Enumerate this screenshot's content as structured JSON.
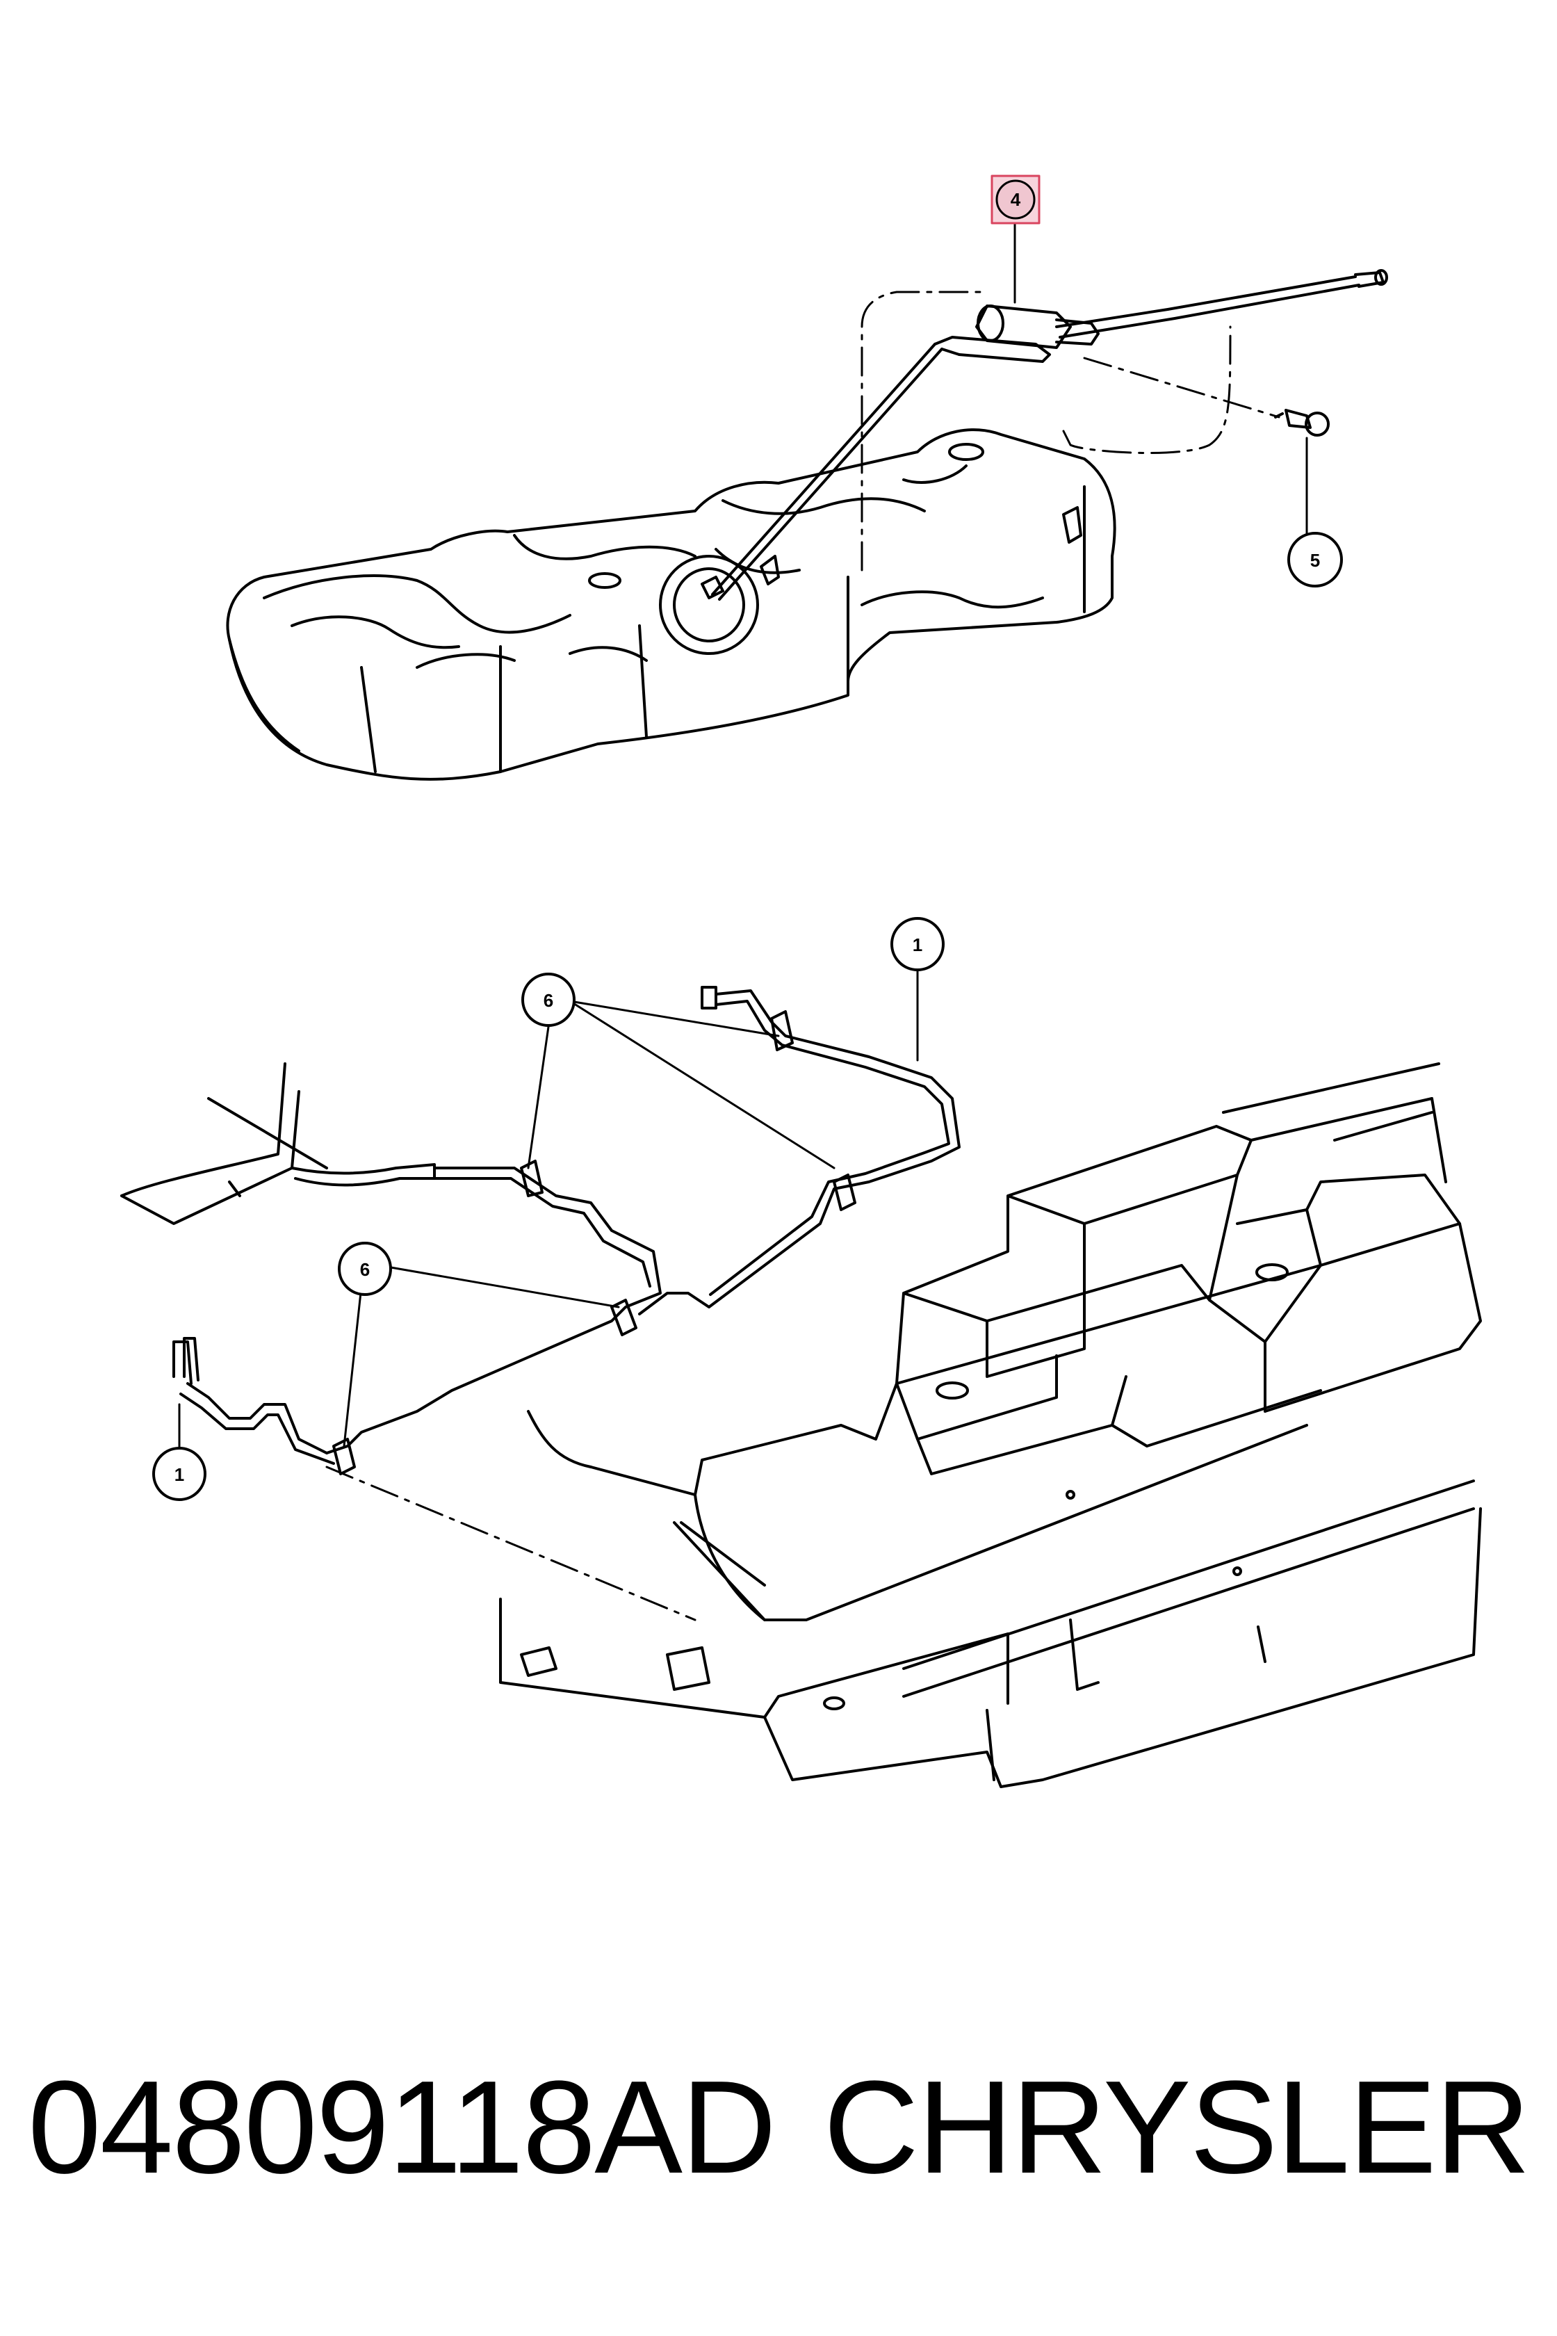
{
  "callouts": {
    "tank_line": "4",
    "tank_bolt": "5",
    "frame_line_right": "1",
    "frame_line_left": "1",
    "clips_upper": "6",
    "clips_lower": "6"
  },
  "footer": {
    "part_number": "04809118AD",
    "brand": "CHRYSLER"
  },
  "highlight_color": "#d9455f"
}
